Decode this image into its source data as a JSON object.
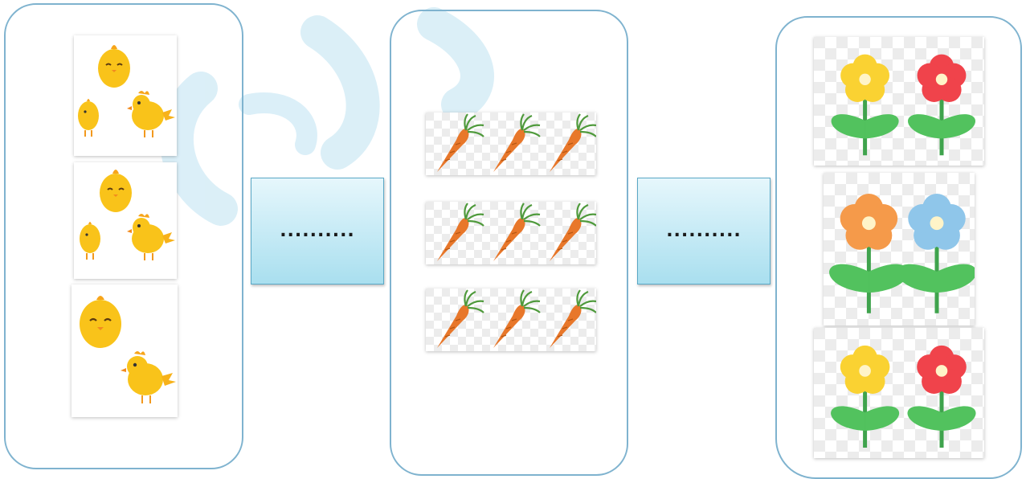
{
  "panels": [
    {
      "content": "chicks",
      "groups": [
        3,
        3,
        2
      ]
    },
    {
      "content": "carrots",
      "groups": [
        3,
        3,
        3
      ]
    },
    {
      "content": "flowers",
      "groups": [
        2,
        2,
        2
      ]
    }
  ],
  "answer_boxes": [
    {
      "text": ".........."
    },
    {
      "text": ".........."
    }
  ],
  "colors": {
    "panel_border": "#7fb3cf",
    "box_top": "#e6f7fc",
    "box_bottom": "#a9dfef",
    "chick": "#f9c31a",
    "carrot": "#e8772a",
    "flower_yellow": "#fad232",
    "flower_red": "#f0434b",
    "flower_orange": "#f59a4a",
    "flower_blue": "#8fc6ea"
  }
}
